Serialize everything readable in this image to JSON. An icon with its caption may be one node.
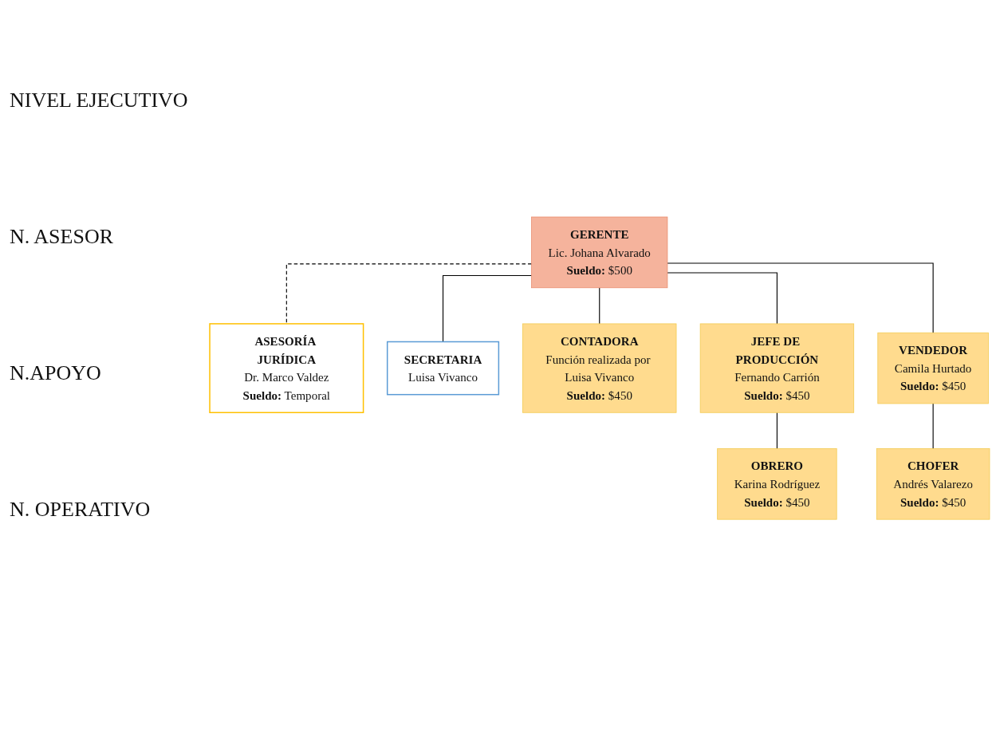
{
  "diagram": {
    "nodes": [
      {
        "text": [
          "GERENTE",
          "Lic. Johana Alvarado",
          "**Sueldo:** $500"
        ]
      },
      {
        "text": [
          "ASESORÍA JURÍDICA",
          "Dr. Marco Valdez",
          "**Sueldo:** Temporal"
        ]
      },
      {
        "text": [
          "SECRETARIA",
          "Luisa Vivanco"
        ]
      },
      {
        "text": [
          "CONTADORA",
          "Función realizada por Luisa Vivanco",
          "**Sueldo:** $450"
        ]
      },
      {
        "text": [
          "JEFE DE PRODUCCIÓN",
          "Fernando Carrión",
          "**Sueldo:** $450"
        ]
      },
      {
        "text": [
          "VENDEDOR",
          "Camila Hurtado",
          "**Sueldo:** $450"
        ]
      },
      {
        "text": [
          "OBRERO",
          "Karina Rodríguez",
          "**Sueldo:** $450"
        ]
      },
      {
        "text": [
          "CHOFER",
          "Andrés Valarezo",
          "**Sueldo:** $450"
        ]
      }
    ],
    "edges": [
      {
        "from": 0,
        "to": 1,
        "arrow": "none",
        "style": "dashed"
      },
      {
        "from": 0,
        "to": 2,
        "arrow": "none"
      },
      {
        "from": 0,
        "to": 3,
        "arrow": "none"
      },
      {
        "from": 0,
        "to": 4,
        "arrow": "none"
      },
      {
        "from": 0,
        "to": 5,
        "arrow": "none"
      },
      {
        "from": 4,
        "to": 6,
        "arrow": "none"
      },
      {
        "from": 5,
        "to": 7,
        "arrow": "none"
      }
    ],
    "labels": [
      "NIVEL EJECUTIVO",
      "N. ASESOR",
      "N.APOYO",
      "N. OPERATIVO"
    ]
  }
}
